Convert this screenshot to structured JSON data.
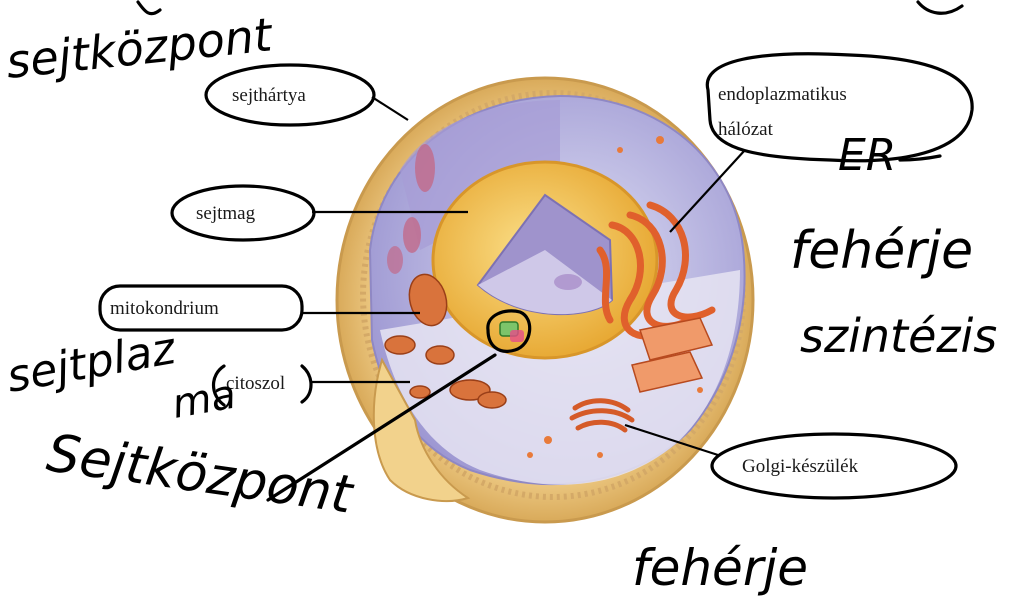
{
  "printed_labels": {
    "cell_membrane": "sejthártya",
    "nucleus": "sejtmag",
    "mitochondrion": "mitokondrium",
    "cytosol": "citoszol",
    "er_line1": "endoplazmatikus",
    "er_line2": "hálózat",
    "golgi": "Golgi-készülék"
  },
  "handwritten_notes": {
    "top_left": "sejtközpont",
    "er_abbreviation": "ER",
    "er_function_1": "fehérje",
    "er_function_2": "szintézis",
    "cytoplasm_1": "sejtplaz",
    "cytoplasm_2": "ma",
    "centrosome": "Sejtközpont",
    "golgi_function": "fehérje"
  },
  "colors": {
    "cell_outer": "#e8c27a",
    "cell_rim": "#c99a4e",
    "cytosol": "#b9b6e0",
    "nucleus": "#f2c24a",
    "nucleus_inner": "#9f93cc",
    "mitochondria": "#d9733c",
    "er": "#e0602c",
    "ink": "#000000"
  }
}
